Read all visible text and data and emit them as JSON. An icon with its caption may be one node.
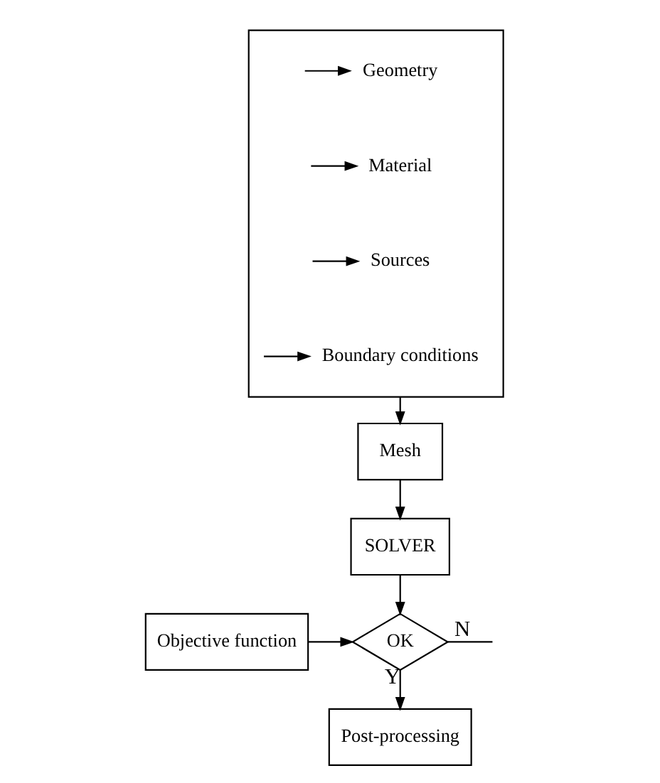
{
  "diagram": {
    "nodes": [
      {
        "text": [],
        "shape": "box"
      },
      {
        "text": [
          "Geometry"
        ],
        "in": 0
      },
      {
        "text": [
          "Material"
        ],
        "in": 0
      },
      {
        "text": [
          "Sources"
        ],
        "in": 0
      },
      {
        "text": [
          "Boundary conditions"
        ],
        "in": 0
      },
      {
        "text": [
          "Mesh"
        ]
      },
      {
        "text": [
          "SOLVER"
        ]
      },
      {
        "text": [
          "Objective function"
        ]
      },
      {
        "text": [
          "OK"
        ]
      },
      {
        "text": [
          "Post-processing"
        ]
      }
    ],
    "edges": [
      {
        "from": null,
        "to": 1,
        "arrow": "to"
      },
      {
        "from": null,
        "to": 2,
        "arrow": "to"
      },
      {
        "from": null,
        "to": 3,
        "arrow": "to"
      },
      {
        "from": null,
        "to": 4,
        "arrow": "to"
      },
      {
        "from": 0,
        "to": 5,
        "arrow": "to"
      },
      {
        "from": 5,
        "to": 6,
        "arrow": "to"
      },
      {
        "from": 6,
        "to": 8,
        "arrow": "to"
      },
      {
        "from": 7,
        "to": 8,
        "arrow": "to"
      },
      {
        "from": 8,
        "to": 9,
        "arrow": "to",
        "label": "Y"
      },
      {
        "from": 8,
        "to": null,
        "arrow": "none",
        "label": "N"
      }
    ]
  }
}
